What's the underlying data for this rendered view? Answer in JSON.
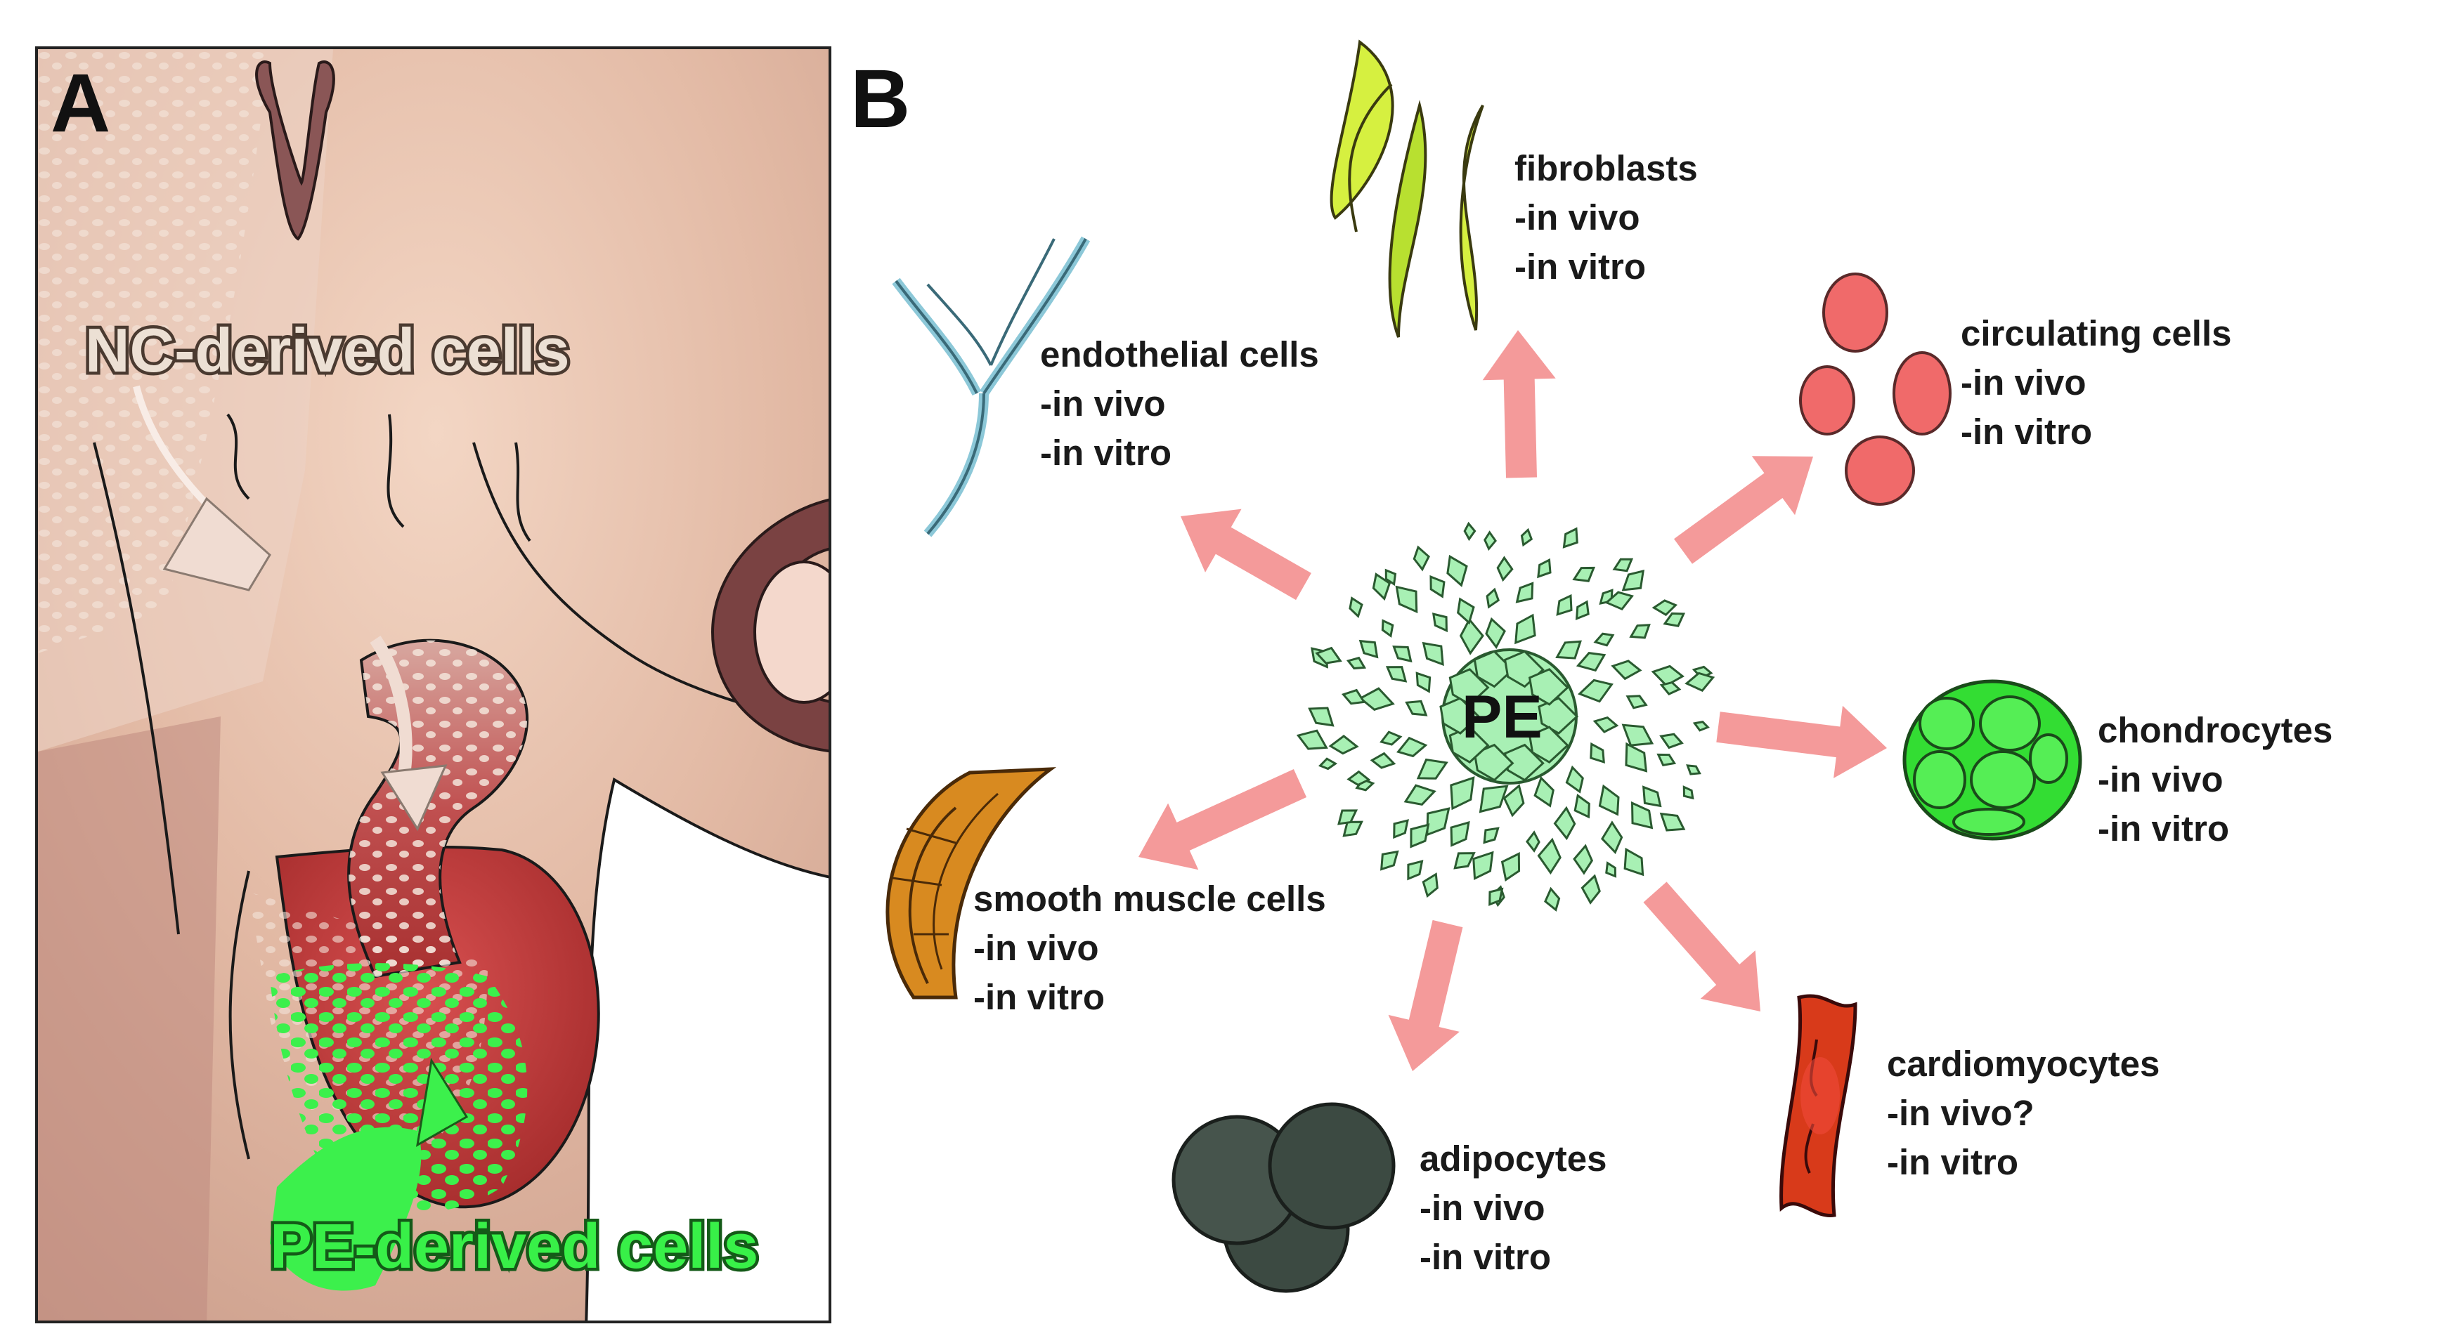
{
  "panel_a": {
    "letter": "A",
    "nc_label": "NC-derived cells",
    "pe_label": "PE-derived cells"
  },
  "panel_b": {
    "letter": "B",
    "center_label": "PE",
    "cell_types": [
      {
        "name": "fibroblasts",
        "line1": "-in vivo",
        "line2": "-in vitro"
      },
      {
        "name": "endothelial cells",
        "line1": "-in vivo",
        "line2": "-in vitro"
      },
      {
        "name": "circulating cells",
        "line1": "-in vivo",
        "line2": "-in vitro"
      },
      {
        "name": "chondrocytes",
        "line1": "-in vivo",
        "line2": "-in vitro"
      },
      {
        "name": "smooth muscle cells",
        "line1": "-in vivo",
        "line2": "-in vitro"
      },
      {
        "name": "cardiomyocytes",
        "line1": "-in vivo?",
        "line2": "-in vitro"
      },
      {
        "name": "adipocytes",
        "line1": "-in vivo",
        "line2": "-in vitro"
      }
    ],
    "colors": {
      "arrow": "#f49a9a",
      "pe_cells": "#a8f0b4",
      "fibroblast": "#d6f040",
      "endothelial": "#8cc8d8",
      "circulating": "#f06a6a",
      "chondrocyte": "#33dd33",
      "smooth_muscle": "#d88a20",
      "cardiomyocyte": "#d83a1a",
      "adipocyte": "#3c4a42"
    }
  }
}
